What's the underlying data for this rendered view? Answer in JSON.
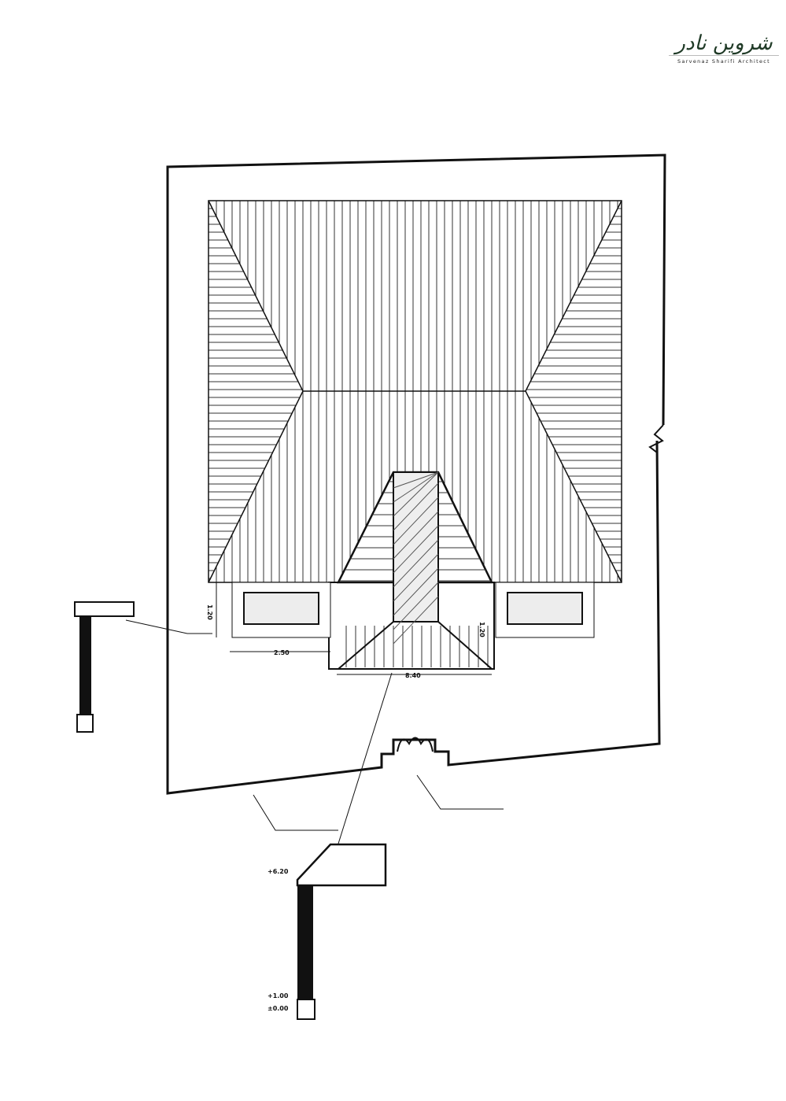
{
  "logo": {
    "mark": "شروین نادر",
    "text": "Sarvenaz Sharifi Architect"
  },
  "dimensions": {
    "side_width": "2.50",
    "front_width": "8.40",
    "side_height": "1.20",
    "side_height_right": "1.20"
  },
  "section_levels": {
    "top": "+6.20",
    "mid": "+1.00",
    "ground": "±0.00"
  },
  "colors": {
    "line": "#111111",
    "hatch": "#333333",
    "fill_grey": "#e6e6e6"
  }
}
